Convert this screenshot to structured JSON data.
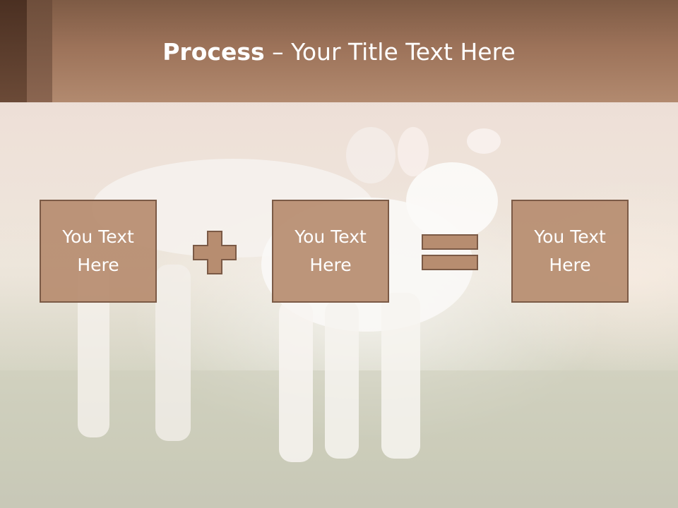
{
  "title": {
    "bold": "Process",
    "dash": " – ",
    "rest": "Your Title Text Here"
  },
  "boxes": [
    {
      "text": "You Text Here"
    },
    {
      "text": "You Text Here"
    },
    {
      "text": "You Text Here"
    }
  ],
  "icons": {
    "plus": "plus-icon",
    "equals": "equals-icon"
  },
  "colors": {
    "header": "#9c7259",
    "box_fill": "#b78d70",
    "box_border": "#7b5a46",
    "text": "#ffffff"
  }
}
